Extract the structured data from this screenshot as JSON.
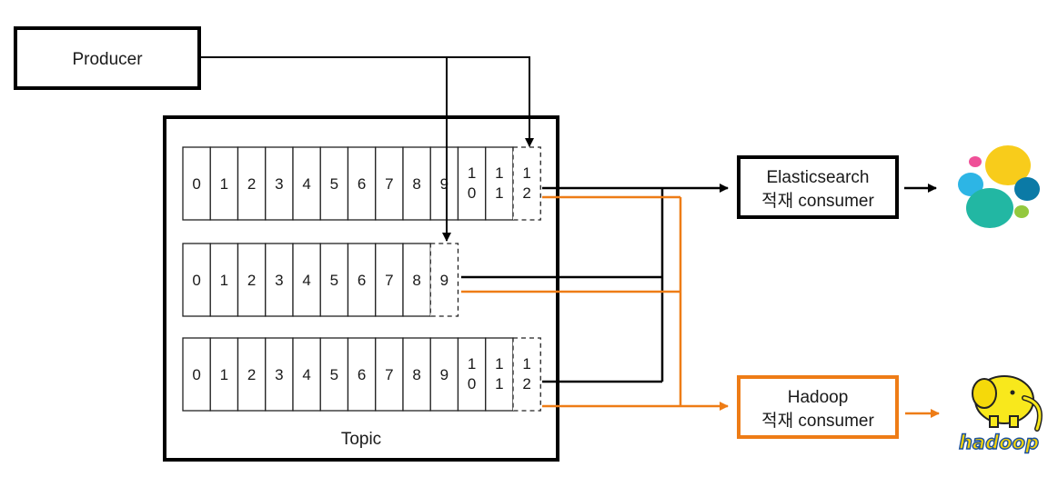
{
  "producer": {
    "label": "Producer"
  },
  "topic": {
    "label": "Topic",
    "partitions": [
      {
        "cells": [
          "0",
          "1",
          "2",
          "3",
          "4",
          "5",
          "6",
          "7",
          "8",
          "9",
          "10",
          "11"
        ],
        "next": "12"
      },
      {
        "cells": [
          "0",
          "1",
          "2",
          "3",
          "4",
          "5",
          "6",
          "7",
          "8"
        ],
        "next": "9"
      },
      {
        "cells": [
          "0",
          "1",
          "2",
          "3",
          "4",
          "5",
          "6",
          "7",
          "8",
          "9",
          "10",
          "11"
        ],
        "next": "12"
      }
    ]
  },
  "consumers": {
    "elasticsearch": {
      "line1": "Elasticsearch",
      "line2": "적재 consumer"
    },
    "hadoop": {
      "line1": "Hadoop",
      "line2": "적재 consumer"
    }
  },
  "logos": {
    "hadoop_wordmark": "hadoop"
  },
  "colors": {
    "black": "#000000",
    "orange": "#ee7c16"
  }
}
